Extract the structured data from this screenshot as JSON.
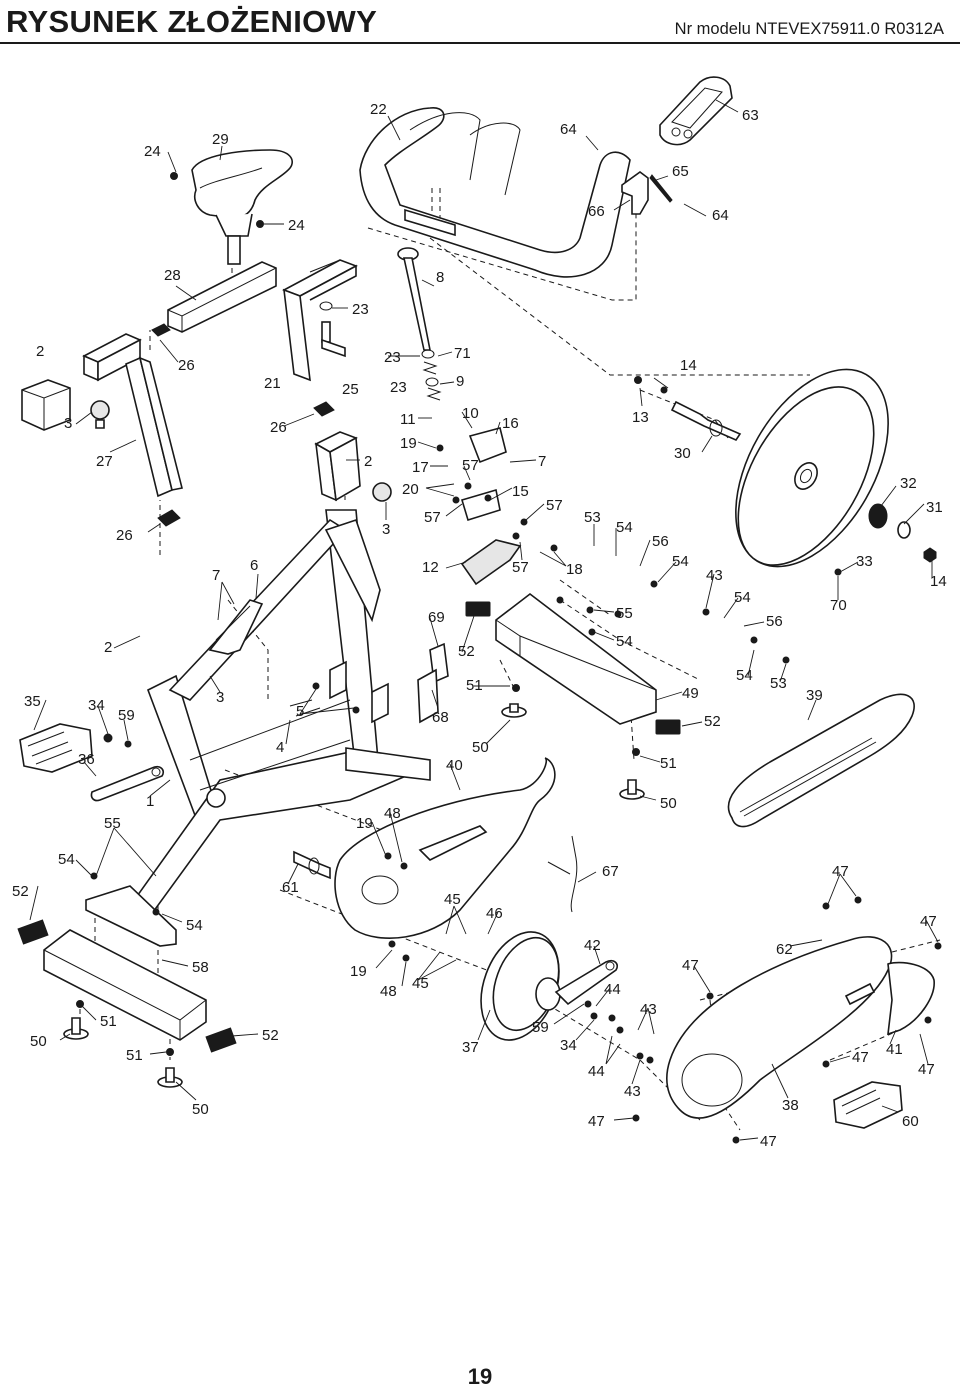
{
  "header": {
    "title": "RYSUNEK ZŁOŻENIOWY",
    "model": "Nr modelu NTEVEX75911.0 R0312A"
  },
  "page_number": "19",
  "callouts": [
    {
      "id": "c22",
      "label": "22"
    },
    {
      "id": "c29",
      "label": "29"
    },
    {
      "id": "c24a",
      "label": "24"
    },
    {
      "id": "c24b",
      "label": "24"
    },
    {
      "id": "c64a",
      "label": "64"
    },
    {
      "id": "c63",
      "label": "63"
    },
    {
      "id": "c65",
      "label": "65"
    },
    {
      "id": "c66",
      "label": "66"
    },
    {
      "id": "c64b",
      "label": "64"
    },
    {
      "id": "c28",
      "label": "28"
    },
    {
      "id": "c8",
      "label": "8"
    },
    {
      "id": "c23a",
      "label": "23"
    },
    {
      "id": "c2a",
      "label": "2"
    },
    {
      "id": "c26a",
      "label": "26"
    },
    {
      "id": "c21",
      "label": "21"
    },
    {
      "id": "c25",
      "label": "25"
    },
    {
      "id": "c23b",
      "label": "23"
    },
    {
      "id": "c23c",
      "label": "23"
    },
    {
      "id": "c71",
      "label": "71"
    },
    {
      "id": "c9",
      "label": "9"
    },
    {
      "id": "c14a",
      "label": "14"
    },
    {
      "id": "c3a",
      "label": "3"
    },
    {
      "id": "c26b",
      "label": "26"
    },
    {
      "id": "c11",
      "label": "11"
    },
    {
      "id": "c10",
      "label": "10"
    },
    {
      "id": "c16",
      "label": "16"
    },
    {
      "id": "c13",
      "label": "13"
    },
    {
      "id": "c27",
      "label": "27"
    },
    {
      "id": "c19a",
      "label": "19"
    },
    {
      "id": "c2b",
      "label": "2"
    },
    {
      "id": "c17",
      "label": "17"
    },
    {
      "id": "c57a",
      "label": "57"
    },
    {
      "id": "c7a",
      "label": "7"
    },
    {
      "id": "c30",
      "label": "30"
    },
    {
      "id": "c32",
      "label": "32"
    },
    {
      "id": "c20",
      "label": "20"
    },
    {
      "id": "c15",
      "label": "15"
    },
    {
      "id": "c31",
      "label": "31"
    },
    {
      "id": "c57b",
      "label": "57"
    },
    {
      "id": "c57c",
      "label": "57"
    },
    {
      "id": "c53a",
      "label": "53"
    },
    {
      "id": "c54a",
      "label": "54"
    },
    {
      "id": "c26c",
      "label": "26"
    },
    {
      "id": "c3b",
      "label": "3"
    },
    {
      "id": "c56a",
      "label": "56"
    },
    {
      "id": "c6",
      "label": "6"
    },
    {
      "id": "c12",
      "label": "12"
    },
    {
      "id": "c57d",
      "label": "57"
    },
    {
      "id": "c18",
      "label": "18"
    },
    {
      "id": "c54b",
      "label": "54"
    },
    {
      "id": "c33",
      "label": "33"
    },
    {
      "id": "c7b",
      "label": "7"
    },
    {
      "id": "c43a",
      "label": "43"
    },
    {
      "id": "c14b",
      "label": "14"
    },
    {
      "id": "c54c",
      "label": "54"
    },
    {
      "id": "c70",
      "label": "70"
    },
    {
      "id": "c69",
      "label": "69"
    },
    {
      "id": "c55a",
      "label": "55"
    },
    {
      "id": "c56b",
      "label": "56"
    },
    {
      "id": "c2c",
      "label": "2"
    },
    {
      "id": "c54d",
      "label": "54"
    },
    {
      "id": "c52a",
      "label": "52"
    },
    {
      "id": "c54e",
      "label": "54"
    },
    {
      "id": "c53b",
      "label": "53"
    },
    {
      "id": "c35",
      "label": "35"
    },
    {
      "id": "c34a",
      "label": "34"
    },
    {
      "id": "c3c",
      "label": "3"
    },
    {
      "id": "c51a",
      "label": "51"
    },
    {
      "id": "c49",
      "label": "49"
    },
    {
      "id": "c39",
      "label": "39"
    },
    {
      "id": "c59a",
      "label": "59"
    },
    {
      "id": "c5",
      "label": "5"
    },
    {
      "id": "c68",
      "label": "68"
    },
    {
      "id": "c52b",
      "label": "52"
    },
    {
      "id": "c36",
      "label": "36"
    },
    {
      "id": "c4",
      "label": "4"
    },
    {
      "id": "c50a",
      "label": "50"
    },
    {
      "id": "c40",
      "label": "40"
    },
    {
      "id": "c51b",
      "label": "51"
    },
    {
      "id": "c1",
      "label": "1"
    },
    {
      "id": "c50b",
      "label": "50"
    },
    {
      "id": "c48a",
      "label": "48"
    },
    {
      "id": "c55b",
      "label": "55"
    },
    {
      "id": "c19b",
      "label": "19"
    },
    {
      "id": "c54f",
      "label": "54"
    },
    {
      "id": "c67",
      "label": "67"
    },
    {
      "id": "c47a",
      "label": "47"
    },
    {
      "id": "c52c",
      "label": "52"
    },
    {
      "id": "c61",
      "label": "61"
    },
    {
      "id": "c45a",
      "label": "45"
    },
    {
      "id": "c46",
      "label": "46"
    },
    {
      "id": "c47b",
      "label": "47"
    },
    {
      "id": "c54g",
      "label": "54"
    },
    {
      "id": "c42",
      "label": "42"
    },
    {
      "id": "c62",
      "label": "62"
    },
    {
      "id": "c58",
      "label": "58"
    },
    {
      "id": "c19c",
      "label": "19"
    },
    {
      "id": "c47c",
      "label": "47"
    },
    {
      "id": "c45b",
      "label": "45"
    },
    {
      "id": "c48b",
      "label": "48"
    },
    {
      "id": "c44a",
      "label": "44"
    },
    {
      "id": "c43b",
      "label": "43"
    },
    {
      "id": "c50c",
      "label": "50"
    },
    {
      "id": "c51c",
      "label": "51"
    },
    {
      "id": "c52d",
      "label": "52"
    },
    {
      "id": "c59b",
      "label": "59"
    },
    {
      "id": "c51d",
      "label": "51"
    },
    {
      "id": "c37",
      "label": "37"
    },
    {
      "id": "c34b",
      "label": "34"
    },
    {
      "id": "c47d",
      "label": "47"
    },
    {
      "id": "c41",
      "label": "41"
    },
    {
      "id": "c44b",
      "label": "44"
    },
    {
      "id": "c47e",
      "label": "47"
    },
    {
      "id": "c43c",
      "label": "43"
    },
    {
      "id": "c38",
      "label": "38"
    },
    {
      "id": "c50d",
      "label": "50"
    },
    {
      "id": "c47f",
      "label": "47"
    },
    {
      "id": "c60",
      "label": "60"
    },
    {
      "id": "c47g",
      "label": "47"
    }
  ]
}
